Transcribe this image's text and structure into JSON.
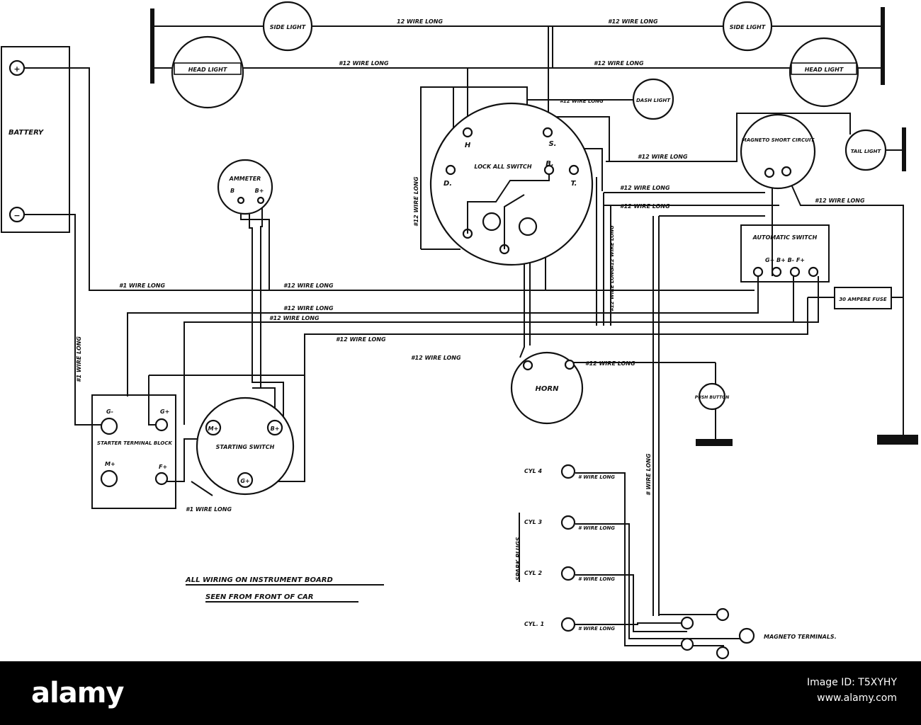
{
  "labels": {
    "side_light": "SIDE LIGHT",
    "head_light": "HEAD LIGHT",
    "dash_light": "DASH LIGHT",
    "battery": "BATTERY",
    "ammeter": "AMMETER",
    "lock_all_switch": "LOCK ALL SWITCH",
    "magneto_short_circuit": "MAGNETO SHORT CIRCUIT",
    "tail_light": "TAIL LIGHT",
    "automatic_switch": "AUTOMATIC SWITCH",
    "fuse": "30 AMPERE FUSE",
    "horn": "HORN",
    "push_button": "PUSH BUTTON",
    "starter_terminal_block": "STARTER TERMINAL BLOCK",
    "starting_switch": "STARTING SWITCH",
    "spark_plugs": "SPARK PLUGS",
    "magneto_terminals": "MAGNETO TERMINALS.",
    "caption_line1": "ALL WIRING ON INSTRUMENT BOARD",
    "caption_line2": "SEEN FROM FRONT OF CAR"
  },
  "terminals": {
    "battery_pos": "+",
    "battery_neg": "−",
    "ammeter_b": "B",
    "ammeter_bplus": "B+",
    "lock_h": "H",
    "lock_s": "S.",
    "lock_d": "D.",
    "lock_b": "B.",
    "lock_t": "T.",
    "auto_switch_terminals": "G+ B+ B- F+",
    "starter_g_minus": "G-",
    "starter_g_plus": "G+",
    "starter_m_plus": "M+",
    "starter_f_plus": "F+",
    "switch_m_plus": "M+",
    "switch_b_plus": "B+",
    "switch_g_plus": "G+"
  },
  "cylinders": [
    "CYL 4",
    "CYL 3",
    "CYL 2",
    "CYL. 1"
  ],
  "wire_labels": {
    "w12_top": "12 WIRE LONG",
    "w12_top_r": "#12 WIRE LONG",
    "w12_head_l": "#12 WIRE LONG",
    "w12_head_r": "#12 WIRE LONG",
    "w12_dash": "#12 WIRE LONG",
    "w12_magneto": "#12 WIRE LONG",
    "w12_lock_a": "#12 WIRE LONG",
    "w12_lock_b": "#12 WIRE LONG",
    "w12_tail": "#12 WIRE LONG",
    "w12_vertical_lock": "#12 WIRE LONG",
    "w12_vertical_a": "#12 WIRE LONG",
    "w12_vertical_b": "#12 WIRE LONG",
    "w1_batt": "#1 WIRE LONG",
    "w12_mid": "#12 WIRE LONG",
    "w1_vertical": "#1 WIRE LONG",
    "w12_row1": "#12 WIRE LONG",
    "w12_row2": "#12 WIRE LONG",
    "w12_row3": "#12 WIRE LONG",
    "w12_horn_l": "#12 WIRE LONG",
    "w12_horn_r": "#12 WIRE LONG",
    "w1_starter": "#1 WIRE LONG",
    "w_spark_vertical": "# WIRE LONG",
    "plug_wire": "# WIRE LONG"
  },
  "footer": {
    "brand": "alamy",
    "image_id": "Image ID: T5XYHY",
    "site": "www.alamy.com"
  }
}
